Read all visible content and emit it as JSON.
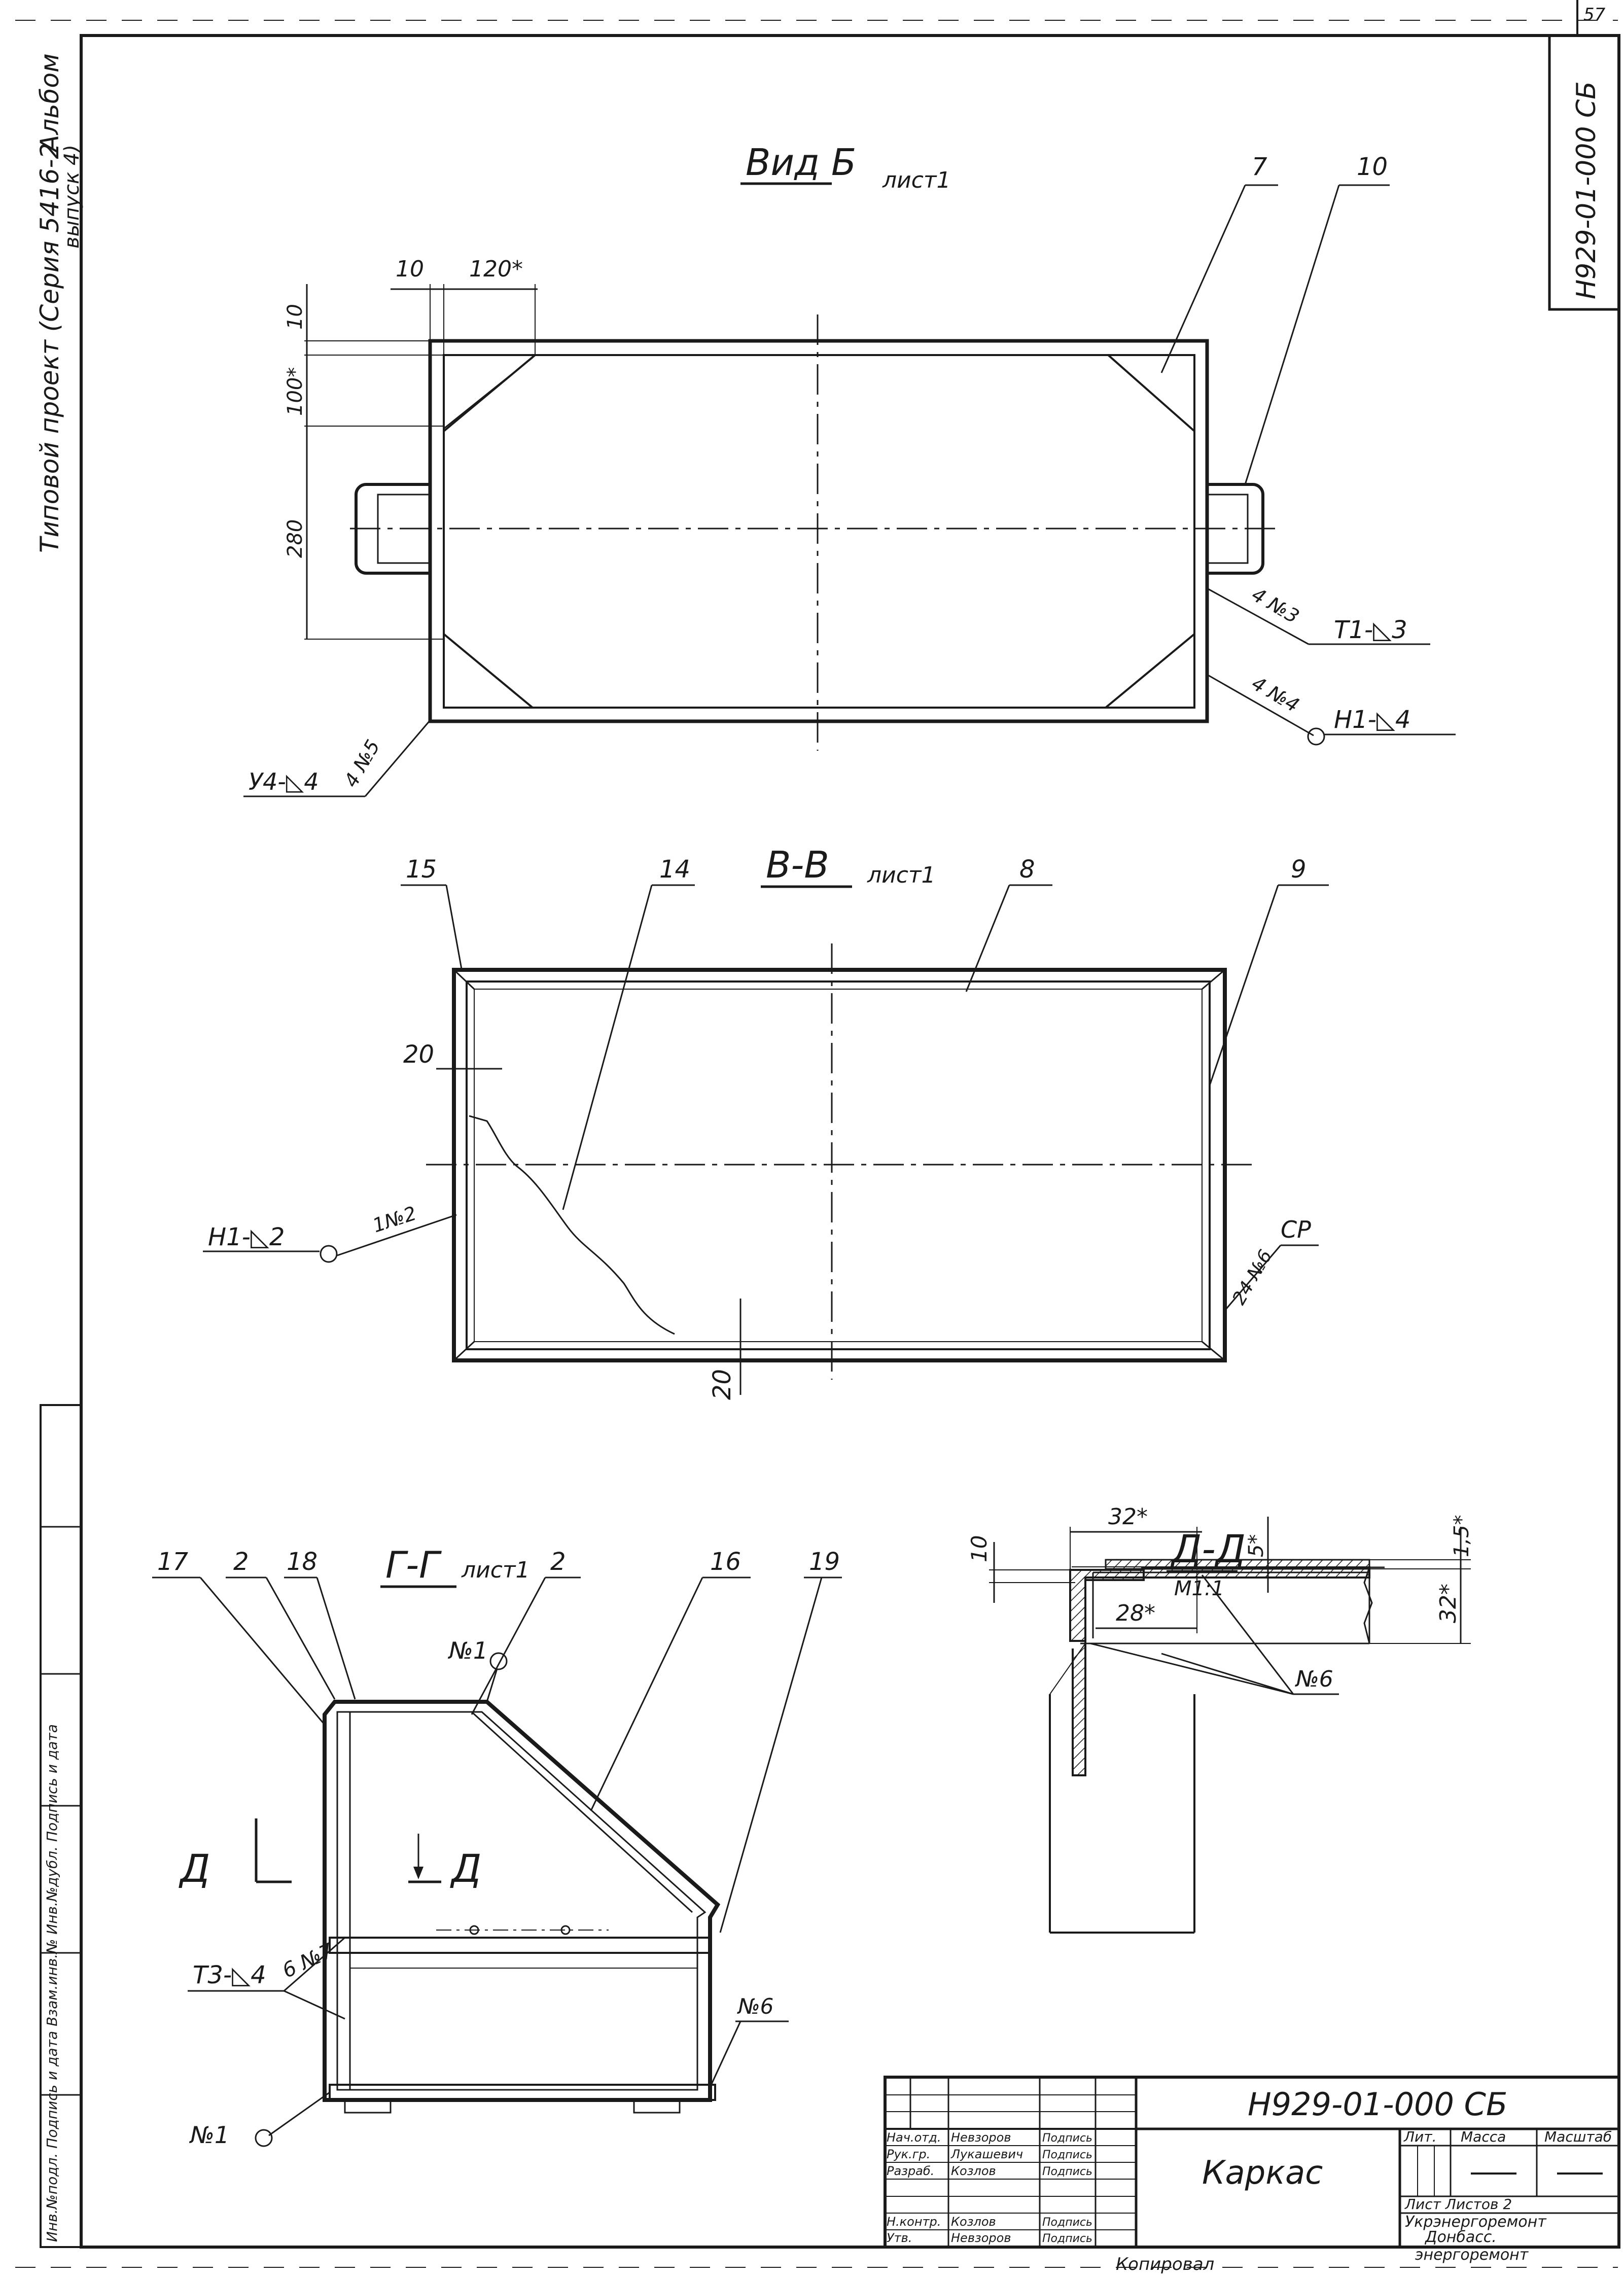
{
  "page_number": "57",
  "side_stamp": {
    "album": "Альбом",
    "project": "Типовой проект (Серия 5416-2",
    "issue": "выпуск 4)"
  },
  "designation_box": "Н929-01-000 СБ",
  "vertical_strip": "Инв.№подл.   Подпись и дата   Взам.инв.№   Инв.№дубл.   Подпись и дата",
  "view_b": {
    "title": "Вид Б",
    "sheet_ref": "лист1",
    "dims": [
      "10",
      "120*",
      "10",
      "100*",
      "280"
    ],
    "callouts": [
      "7",
      "10"
    ],
    "welds": {
      "right_top": "4 №3",
      "right_top_symbol": "Т1-◺3",
      "right_bottom": "4 №4",
      "right_bottom_symbol": "Н1-◺4",
      "left_bottom": "4 №5",
      "left_bottom_symbol": "У4-◺4"
    }
  },
  "section_vv": {
    "title": "В-В",
    "sheet_ref": "лист1",
    "callouts": [
      "15",
      "14",
      "8",
      "9"
    ],
    "dims": [
      "20",
      "20"
    ],
    "welds": {
      "left": "1№2",
      "left_symbol": "Н1-◺2",
      "right": "24 №6",
      "right_symbol": "СР"
    }
  },
  "section_gg": {
    "title": "Г-Г",
    "sheet_ref": "лист1",
    "callouts": [
      "17",
      "2",
      "18",
      "2",
      "16",
      "19"
    ],
    "marks": [
      "№1",
      "№6",
      "№1"
    ],
    "section_letters": [
      "Д",
      "Д"
    ],
    "weld_symbol": "Т3-◺4",
    "weld_count": "6 №7"
  },
  "section_dd": {
    "title": "Д-Д",
    "scale": "М1:1",
    "dims": [
      "10",
      "32*",
      "5*",
      "1,5*",
      "28*",
      "32*"
    ],
    "weld_mark": "№6"
  },
  "title_block": {
    "designation": "Н929-01-000 СБ",
    "name": "Каркас",
    "col_headers": [
      "Лит.",
      "Масса",
      "Масштаб"
    ],
    "sheet_line": "Лист   Листов 2",
    "org": [
      "Укрэнергоремонт",
      "Донбасс.",
      "энергоремонт"
    ],
    "signatures": [
      {
        "role": "Нач.отд.",
        "name": "Невзоров",
        "sign": "Подпись"
      },
      {
        "role": "Рук.гр.",
        "name": "Лукашевич",
        "sign": "Подпись"
      },
      {
        "role": "Разраб.",
        "name": "Козлов",
        "sign": "Подпись"
      },
      {
        "role": "Н.контр.",
        "name": "Козлов",
        "sign": "Подпись"
      },
      {
        "role": "Утв.",
        "name": "Невзоров",
        "sign": "Подпись"
      }
    ],
    "copied": "Копировал"
  }
}
